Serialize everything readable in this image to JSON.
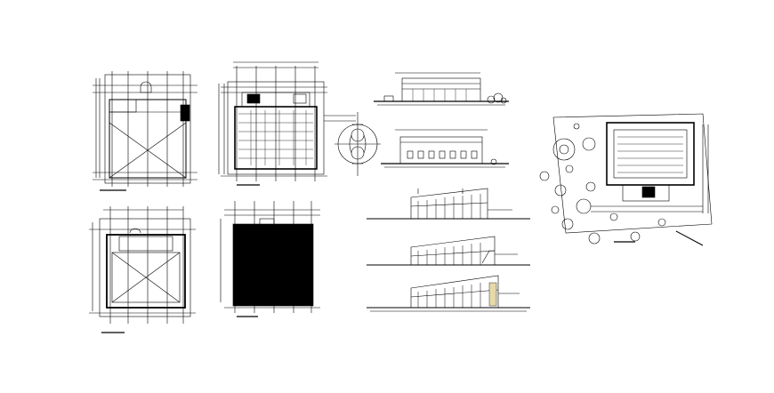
{
  "sheet": {
    "background": "#ffffff",
    "ink": "#000000",
    "drawings": [
      {
        "id": "plan-upper-left",
        "kind": "floor-plan",
        "caption": ""
      },
      {
        "id": "plan-upper-second",
        "kind": "floor-plan",
        "caption": ""
      },
      {
        "id": "pool-detail",
        "kind": "detail",
        "caption": ""
      },
      {
        "id": "elevation-front",
        "kind": "elevation",
        "caption": ""
      },
      {
        "id": "elevation-side",
        "kind": "elevation",
        "caption": ""
      },
      {
        "id": "site-plan",
        "kind": "site-plan",
        "caption": ""
      },
      {
        "id": "plan-lower-left",
        "kind": "floor-plan",
        "caption": ""
      },
      {
        "id": "roof-plan",
        "kind": "roof-plan",
        "caption": ""
      },
      {
        "id": "section-1",
        "kind": "section",
        "caption": ""
      },
      {
        "id": "section-2",
        "kind": "section",
        "caption": ""
      },
      {
        "id": "section-3",
        "kind": "section",
        "caption": ""
      }
    ]
  }
}
